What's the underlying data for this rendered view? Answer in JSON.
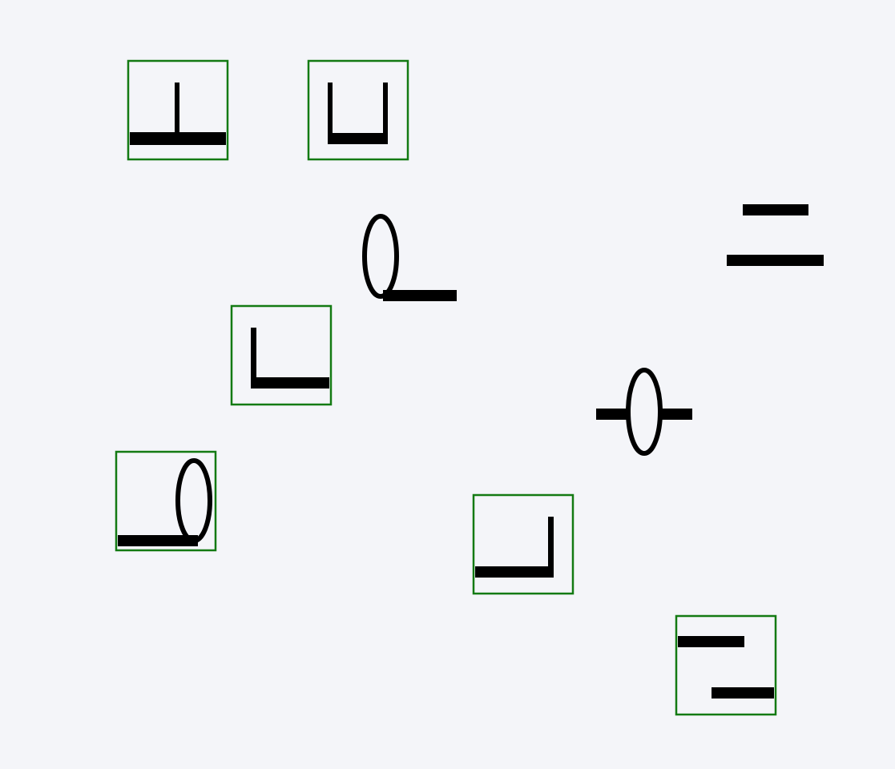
{
  "colors": {
    "background": "#f4f5f9",
    "glyph": "#000000",
    "selection_box": "#137a13"
  },
  "symbols": [
    {
      "id": "symbol-1",
      "shape": "inverted-t",
      "selected": true
    },
    {
      "id": "symbol-2",
      "shape": "cup",
      "selected": true
    },
    {
      "id": "symbol-3",
      "shape": "loop-right-tail",
      "selected": false
    },
    {
      "id": "symbol-4",
      "shape": "double-bar",
      "selected": false
    },
    {
      "id": "symbol-5",
      "shape": "corner-left",
      "selected": true
    },
    {
      "id": "symbol-6",
      "shape": "bar-through-ellipse",
      "selected": false
    },
    {
      "id": "symbol-7",
      "shape": "loop-left-tail",
      "selected": true
    },
    {
      "id": "symbol-8",
      "shape": "corner-right",
      "selected": true
    },
    {
      "id": "symbol-9",
      "shape": "offset-bars",
      "selected": true
    }
  ]
}
